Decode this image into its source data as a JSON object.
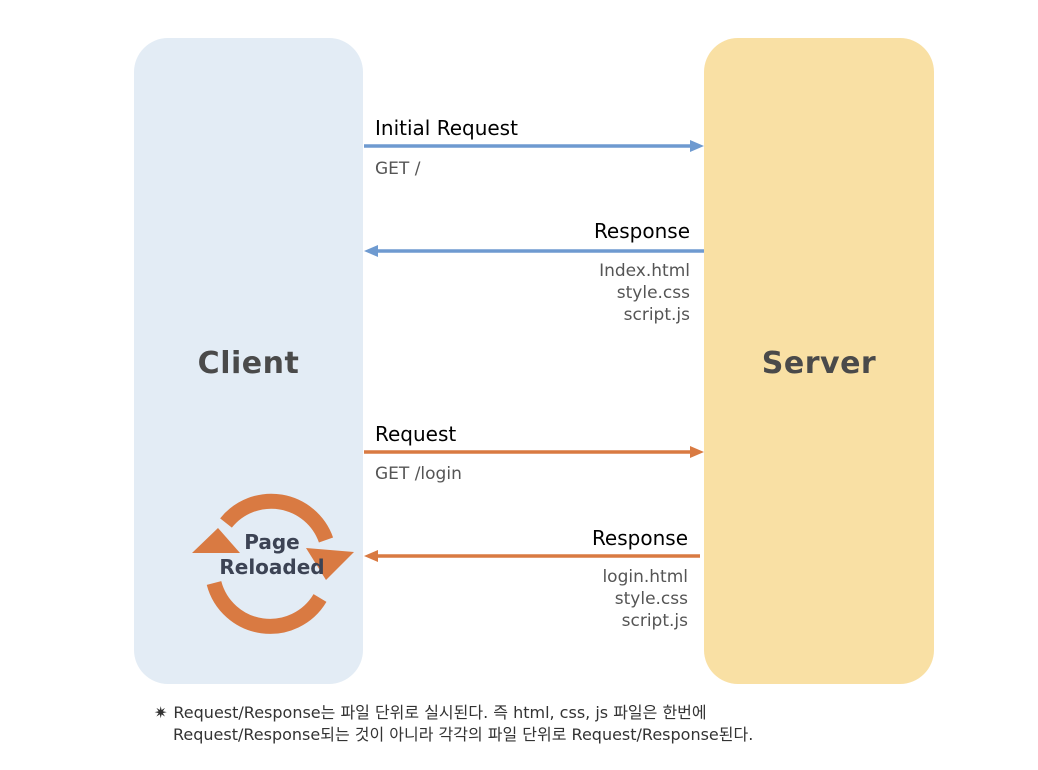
{
  "client": {
    "label": "Client",
    "color": "#e3ecf5"
  },
  "server": {
    "label": "Server",
    "color": "#f9e0a4"
  },
  "colors": {
    "blue_arrow": "#6e9ad0",
    "orange_arrow": "#d97a42"
  },
  "flows": {
    "initial_request": {
      "title": "Initial Request",
      "detail": "GET /"
    },
    "initial_response": {
      "title": "Response",
      "files": [
        "Index.html",
        "style.css",
        "script.js"
      ]
    },
    "second_request": {
      "title": "Request",
      "detail": "GET /login"
    },
    "second_response": {
      "title": "Response",
      "files": [
        "login.html",
        "style.css",
        "script.js"
      ]
    }
  },
  "reload_badge": {
    "line1": "Page",
    "line2": "Reloaded"
  },
  "footnote": {
    "marker": "✷",
    "line1": "Request/Response는 파일 단위로 실시된다. 즉 html, css, js 파일은 한번에",
    "line2": "Request/Response되는 것이 아니라 각각의 파일 단위로 Request/Response된다."
  }
}
